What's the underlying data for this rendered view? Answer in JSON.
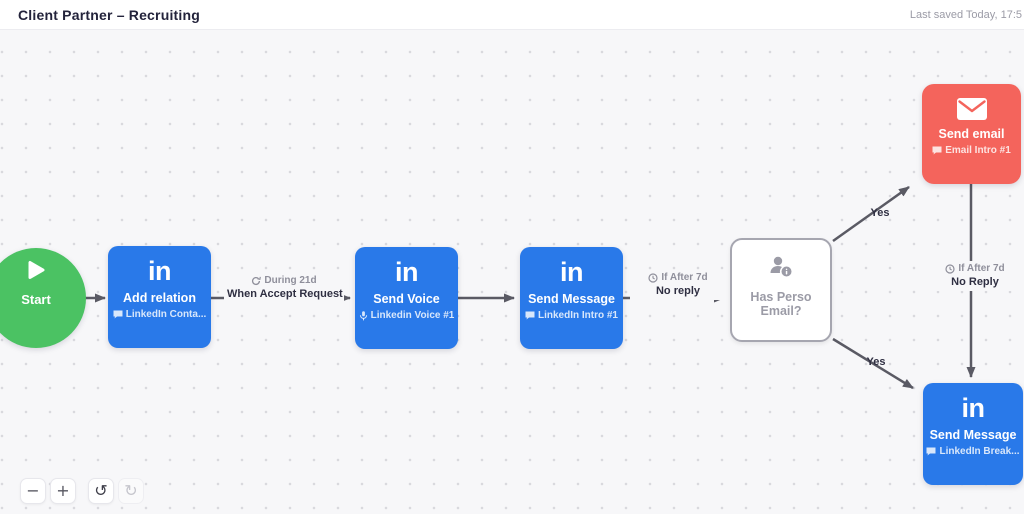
{
  "header": {
    "title": "Client Partner – Recruiting",
    "last_saved": "Last saved Today, 17:5"
  },
  "flow": {
    "linkedin_glyph": "in",
    "start": {
      "label": "Start"
    },
    "add_relation": {
      "title": "Add relation",
      "subtitle": "LinkedIn Conta...",
      "subtitle_icon": "chat-icon"
    },
    "send_voice": {
      "title": "Send Voice",
      "subtitle": "Linkedin Voice #1",
      "subtitle_icon": "microphone-icon"
    },
    "send_message_intro": {
      "title": "Send Message",
      "subtitle": "LinkedIn Intro #1",
      "subtitle_icon": "chat-icon"
    },
    "has_perso_email": {
      "title": "Has Perso Email?",
      "icon": "person-info-icon"
    },
    "send_email": {
      "title": "Send email",
      "subtitle": "Email Intro #1",
      "subtitle_icon": "chat-icon",
      "icon": "envelope-icon"
    },
    "send_message_breakup": {
      "title": "Send Message",
      "subtitle": "LinkedIn Break...",
      "subtitle_icon": "chat-icon"
    }
  },
  "edges": {
    "accept_request": {
      "condition": "During 21d",
      "event": "When Accept Request",
      "condition_icon": "repeat-icon"
    },
    "no_reply_1": {
      "condition": "If After 7d",
      "event": "No reply",
      "condition_icon": "clock-icon"
    },
    "yes_top": "Yes",
    "yes_bottom": "Yes",
    "no_reply_2": {
      "condition": "If After 7d",
      "event": "No Reply",
      "condition_icon": "clock-icon"
    }
  },
  "controls": {
    "zoom_out": "−",
    "zoom_in": "+",
    "undo": "↺",
    "redo": "↻"
  },
  "colors": {
    "linkedin_blue": "#2979e9",
    "start_green": "#4bc263",
    "email_red": "#f4645c",
    "arrow_gray": "#5a5a64",
    "canvas_bg": "#f7f7f9"
  }
}
